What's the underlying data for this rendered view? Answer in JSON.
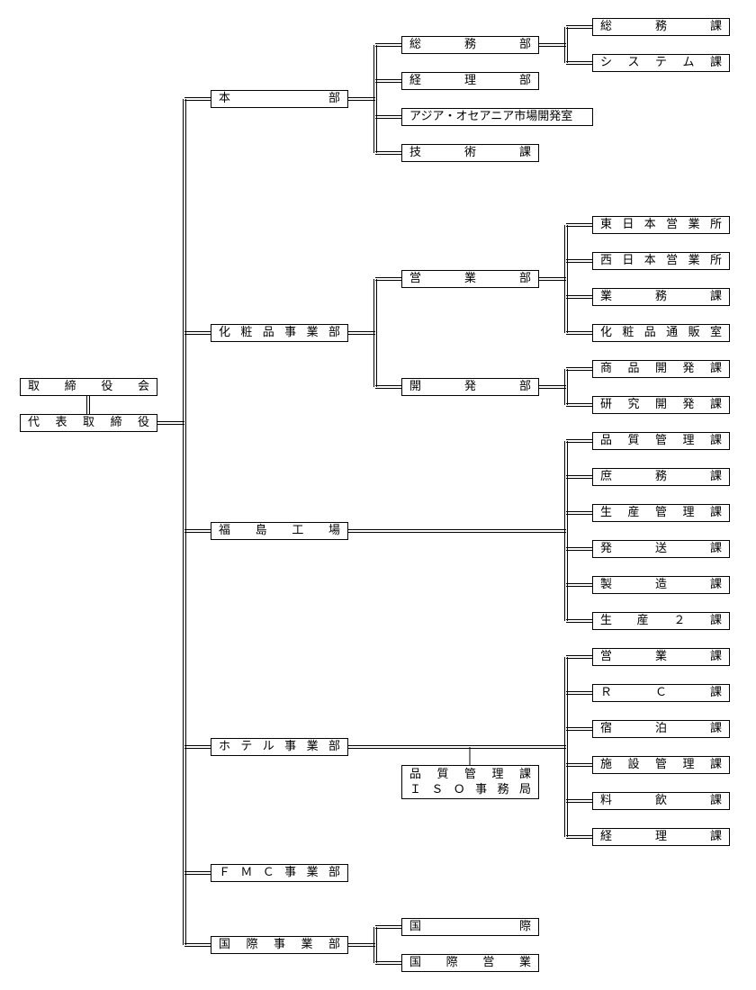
{
  "org": {
    "board": "取締役会",
    "ceo": "代表取締役",
    "divisions": [
      {
        "id": "honbu",
        "name": "本部",
        "units": [
          {
            "id": "somubu",
            "name": "総務部",
            "sections": [
              "総務課",
              "システム課"
            ]
          },
          {
            "id": "keiribu",
            "name": "経理部",
            "sections": []
          },
          {
            "id": "asia",
            "name": "アジア・オセアニア市場開発室",
            "sections": []
          },
          {
            "id": "gijutsu",
            "name": "技術課",
            "sections": []
          }
        ]
      },
      {
        "id": "keshohin",
        "name": "化粧品事業部",
        "units": [
          {
            "id": "eigyobu",
            "name": "営業部",
            "sections": [
              "東日本営業所",
              "西日本営業所",
              "業務課",
              "化粧品通販室"
            ]
          },
          {
            "id": "kaihatsubu",
            "name": "開発部",
            "sections": [
              "商品開発課",
              "研究開発課"
            ]
          }
        ]
      },
      {
        "id": "fukushima",
        "name": "福島工場",
        "sections": [
          "品質管理課",
          "庶務課",
          "生産管理課",
          "発送課",
          "製造課",
          "生産２課"
        ]
      },
      {
        "id": "hotel",
        "name": "ホテル事業部",
        "sections": [
          "営業課",
          "ＲＣ課",
          "宿泊課",
          "施設管理課",
          "料飲課",
          "経理課"
        ],
        "staff": [
          "品質管理課",
          "ＩＳＯ事務局"
        ]
      },
      {
        "id": "fmc",
        "name": "ＦＭＣ事業部"
      },
      {
        "id": "kokusai",
        "name": "国際事業部",
        "units": [
          {
            "id": "kokusai1",
            "name": "国際",
            "sections": []
          },
          {
            "id": "kokusai2",
            "name": "国際営業",
            "sections": []
          }
        ]
      }
    ]
  }
}
